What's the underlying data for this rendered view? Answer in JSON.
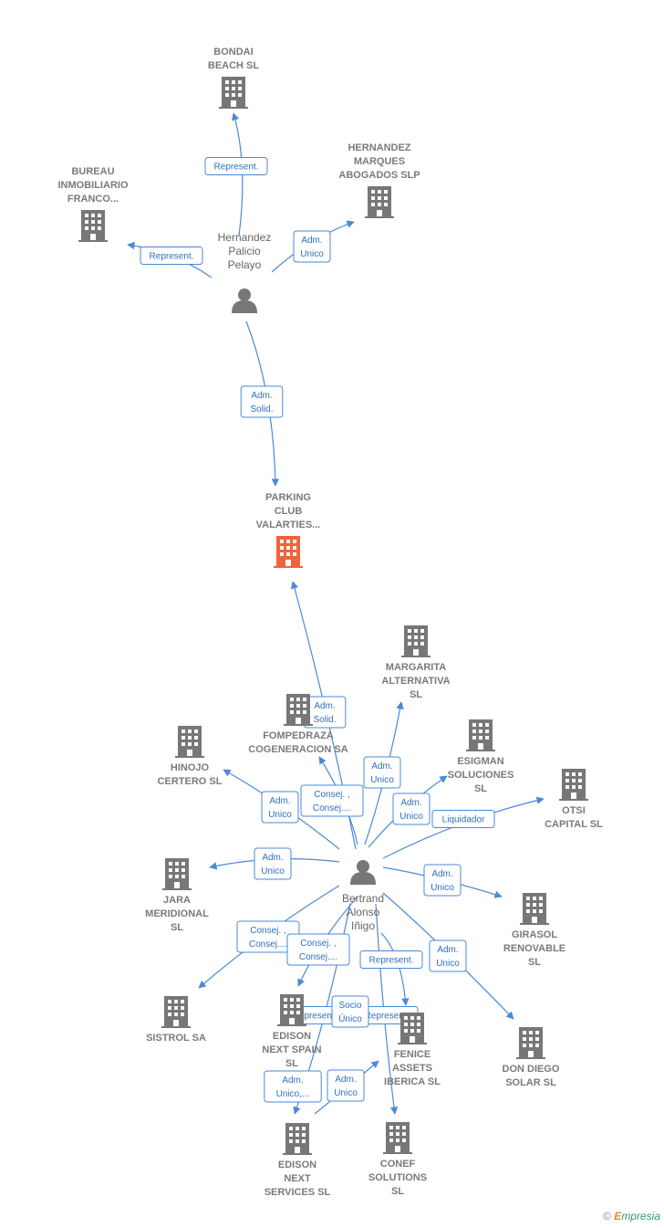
{
  "nodes": [
    {
      "id": "bondai",
      "type": "company",
      "label": [
        "BONDAI",
        "BEACH SL"
      ],
      "color": "#777777"
    },
    {
      "id": "hernandez_marques",
      "type": "company",
      "label": [
        "HERNANDEZ",
        "MARQUES",
        "ABOGADOS  SLP"
      ],
      "color": "#777777"
    },
    {
      "id": "bureau",
      "type": "company",
      "label": [
        "BUREAU",
        "INMOBILIARIO",
        "FRANCO..."
      ],
      "color": "#777777"
    },
    {
      "id": "hernandez_palicio",
      "type": "person",
      "label": [
        "Hernandez",
        "Palicio",
        "Pelayo"
      ],
      "color": "#777777"
    },
    {
      "id": "parking",
      "type": "company",
      "label": [
        "PARKING",
        "CLUB",
        "VALARTIES..."
      ],
      "color": "#f0643c"
    },
    {
      "id": "margarita",
      "type": "company",
      "label": [
        "MARGARITA",
        "ALTERNATIVA",
        "SL"
      ],
      "color": "#777777"
    },
    {
      "id": "fompedraza",
      "type": "company",
      "label": [
        "FOMPEDRAZA",
        "COGENERACION SA"
      ],
      "color": "#777777"
    },
    {
      "id": "hinojo",
      "type": "company",
      "label": [
        "HINOJO",
        "CERTERO  SL"
      ],
      "color": "#777777"
    },
    {
      "id": "esigman",
      "type": "company",
      "label": [
        "ESIGMAN",
        "SOLUCIONES",
        "SL"
      ],
      "color": "#777777"
    },
    {
      "id": "otsi",
      "type": "company",
      "label": [
        "OTSI",
        "CAPITAL SL"
      ],
      "color": "#777777"
    },
    {
      "id": "jara",
      "type": "company",
      "label": [
        "JARA",
        "MERIDIONAL",
        "SL"
      ],
      "color": "#777777"
    },
    {
      "id": "bertrand",
      "type": "person",
      "label": [
        "Bertrand",
        "Alonso",
        "Iñigo"
      ],
      "color": "#777777"
    },
    {
      "id": "girasol",
      "type": "company",
      "label": [
        "GIRASOL",
        "RENOVABLE",
        "SL"
      ],
      "color": "#777777"
    },
    {
      "id": "sistrol",
      "type": "company",
      "label": [
        "SISTROL SA"
      ],
      "color": "#777777"
    },
    {
      "id": "edison_spain",
      "type": "company",
      "label": [
        "EDISON",
        "NEXT SPAIN",
        "SL"
      ],
      "color": "#777777"
    },
    {
      "id": "fenice",
      "type": "company",
      "label": [
        "FENICE",
        "ASSETS",
        "IBERICA  SL"
      ],
      "color": "#777777"
    },
    {
      "id": "don_diego",
      "type": "company",
      "label": [
        "DON DIEGO",
        "SOLAR  SL"
      ],
      "color": "#777777"
    },
    {
      "id": "edison_services",
      "type": "company",
      "label": [
        "EDISON",
        "NEXT",
        "SERVICES  SL"
      ],
      "color": "#777777"
    },
    {
      "id": "conef",
      "type": "company",
      "label": [
        "CONEF",
        "SOLUTIONS",
        "SL"
      ],
      "color": "#777777"
    }
  ],
  "edges": [
    {
      "from": "hernandez_palicio",
      "to": "bondai",
      "label": [
        "Represent."
      ]
    },
    {
      "from": "hernandez_palicio",
      "to": "hernandez_marques",
      "label": [
        "Adm.",
        "Unico"
      ]
    },
    {
      "from": "hernandez_palicio",
      "to": "bureau",
      "label": [
        "Represent."
      ]
    },
    {
      "from": "hernandez_palicio",
      "to": "parking",
      "label": [
        "Adm.",
        "Solid."
      ]
    },
    {
      "from": "bertrand",
      "to": "parking",
      "label": [
        "Adm.",
        "Solid."
      ]
    },
    {
      "from": "bertrand",
      "to": "margarita",
      "label": [
        "Adm.",
        "Unico"
      ]
    },
    {
      "from": "bertrand",
      "to": "fompedraza",
      "label": [
        "Consej. ,",
        "Consej...."
      ]
    },
    {
      "from": "bertrand",
      "to": "hinojo",
      "label": [
        "Adm.",
        "Unico"
      ]
    },
    {
      "from": "bertrand",
      "to": "esigman",
      "label": [
        "Adm.",
        "Unico"
      ]
    },
    {
      "from": "bertrand",
      "to": "otsi",
      "label": [
        "Liquidador"
      ]
    },
    {
      "from": "bertrand",
      "to": "jara",
      "label": [
        "Adm.",
        "Unico"
      ]
    },
    {
      "from": "bertrand",
      "to": "girasol",
      "label": [
        "Adm.",
        "Unico"
      ]
    },
    {
      "from": "bertrand",
      "to": "sistrol",
      "label": [
        "Consej. ,",
        "Consej...."
      ]
    },
    {
      "from": "bertrand",
      "to": "edison_spain",
      "label": [
        "Consej. ,",
        "Consej...."
      ]
    },
    {
      "from": "bertrand",
      "to": "fenice",
      "label": [
        "Represent."
      ]
    },
    {
      "from": "bertrand",
      "to": "don_diego",
      "label": [
        "Adm.",
        "Unico"
      ]
    },
    {
      "from": "bertrand",
      "to": "edison_services",
      "label": [
        "Adm.",
        "Unico,..."
      ]
    },
    {
      "from": "bertrand",
      "to": "conef",
      "label": [
        "Adm.",
        "Unico"
      ]
    },
    {
      "from": "bertrand",
      "to": "edison_spain",
      "label": [
        "Represent."
      ]
    },
    {
      "from": "bertrand",
      "to": "fenice",
      "label": [
        "Represent."
      ]
    },
    {
      "from": "bertrand",
      "to": "edison_services",
      "label": [
        "Socio",
        "Único"
      ]
    }
  ],
  "footer": {
    "copyright": "©",
    "brand_initial": "E",
    "brand_rest": "mpresia"
  }
}
